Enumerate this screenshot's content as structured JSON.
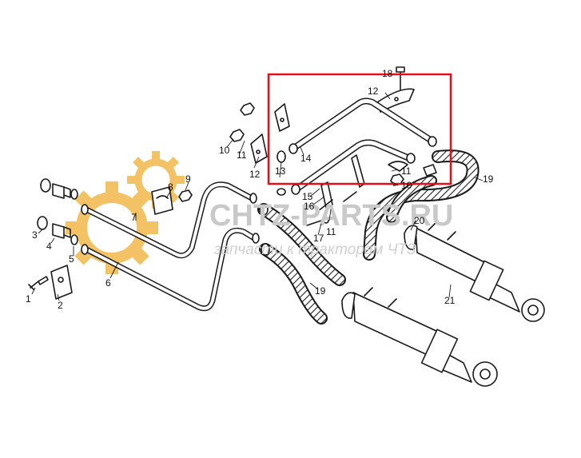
{
  "watermark": {
    "main": "CHTZ-PARTS.RU",
    "sub": "запчасти к тракторам ЧТЗ",
    "gear_color": "#f2b84b"
  },
  "highlight": {
    "color": "#e3101c"
  },
  "callouts": {
    "c1": "1",
    "c2": "2",
    "c3": "3",
    "c4": "4",
    "c5": "5",
    "c6": "6",
    "c7": "7",
    "c8": "8",
    "c9": "9",
    "c10a": "10",
    "c10b": "10",
    "c11a": "11",
    "c11b": "11",
    "c11c": "11",
    "c12a": "12",
    "c12b": "12",
    "c13": "13",
    "c14": "14",
    "c15": "15",
    "c16": "16",
    "c17": "17",
    "c18": "18",
    "c19a": "19",
    "c19b": "19",
    "c20": "20",
    "c21": "21"
  }
}
